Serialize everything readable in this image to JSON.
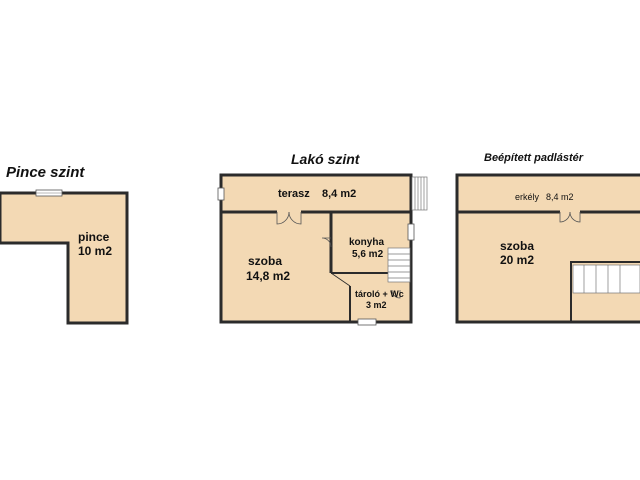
{
  "colors": {
    "floor": "#f3d9b4",
    "wall": "#2b2b2b",
    "text": "#111111",
    "background": "#ffffff"
  },
  "levels": {
    "basement": {
      "title": "Pince szint",
      "rooms": [
        {
          "name": "pince",
          "area": "10 m2"
        }
      ]
    },
    "living": {
      "title": "Lakó szint",
      "rooms": [
        {
          "name": "terasz",
          "area": "8,4 m2"
        },
        {
          "name": "szoba",
          "area": "14,8 m2"
        },
        {
          "name": "konyha",
          "area": "5,6 m2"
        },
        {
          "name": "tároló + Wc",
          "area": "3 m2"
        }
      ]
    },
    "attic": {
      "title": "Beépített padlástér",
      "rooms": [
        {
          "name": "erkély",
          "area": "8,4 m2"
        },
        {
          "name": "szoba",
          "area": "20 m2"
        }
      ]
    }
  }
}
